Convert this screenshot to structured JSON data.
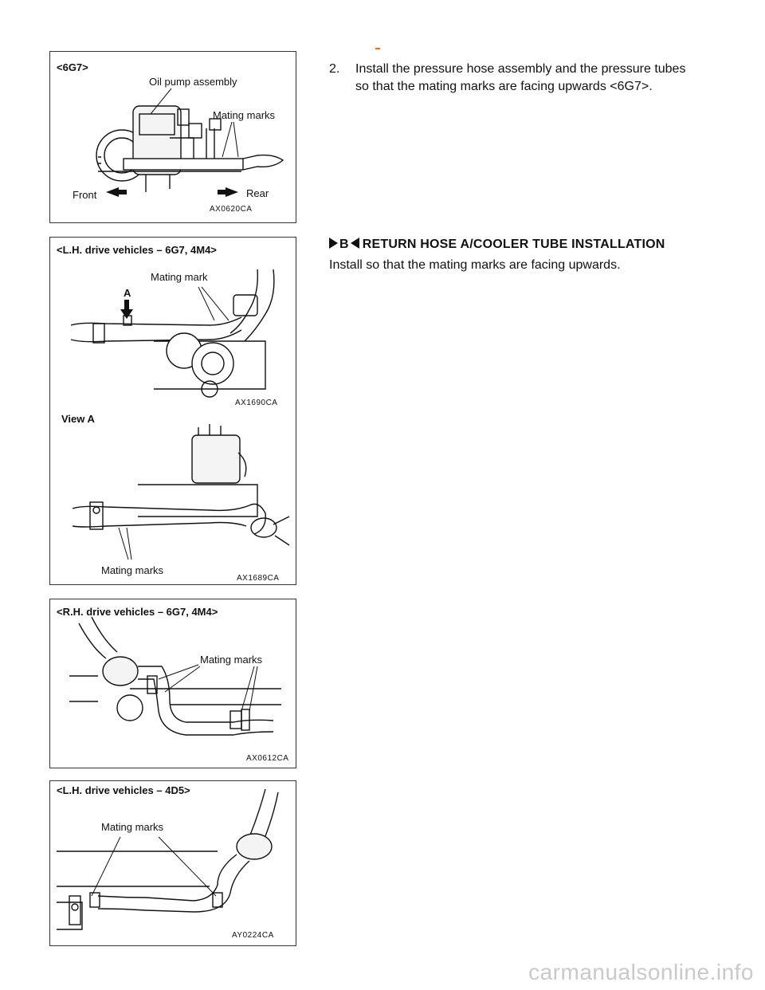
{
  "figures": [
    {
      "title": "<6G7>",
      "labels": {
        "oil_pump": "Oil pump assembly",
        "mating_marks": "Mating marks",
        "front": "Front",
        "rear": "Rear"
      },
      "code": "AX0620CA"
    },
    {
      "title": "<L.H.  drive  vehicles  –  6G7,  4M4>",
      "labels": {
        "mating_mark": "Mating mark",
        "arrow": "A",
        "view": "View  A",
        "mating_marks": "Mating marks"
      },
      "code_top": "AX1690CA",
      "code_bottom": "AX1689CA"
    },
    {
      "title": "<R.H.  drive  vehicles  –  6G7,  4M4>",
      "labels": {
        "mating_marks": "Mating marks"
      },
      "code": "AX0612CA"
    },
    {
      "title": "<L.H.  drive  vehicles  –  4D5>",
      "labels": {
        "mating_marks": "Mating marks"
      },
      "code": "AY0224CA"
    }
  ],
  "text": {
    "step2_num": "2.",
    "step2_line1": "Install the pressure hose assembly and the pressure tubes",
    "step2_line2": "so  that  the  mating  marks  are  facing  upwards  <6G7>.",
    "section_letter": "B",
    "section_title": "RETURN  HOSE  A/COOLER  TUBE  INSTALLATION",
    "section_body": "Install  so  that  the  mating  marks  are  facing  upwards."
  },
  "watermark": "carmanualsonline.info",
  "colors": {
    "accent_mark": "#ff6600",
    "watermark": "#c9c9c9"
  }
}
